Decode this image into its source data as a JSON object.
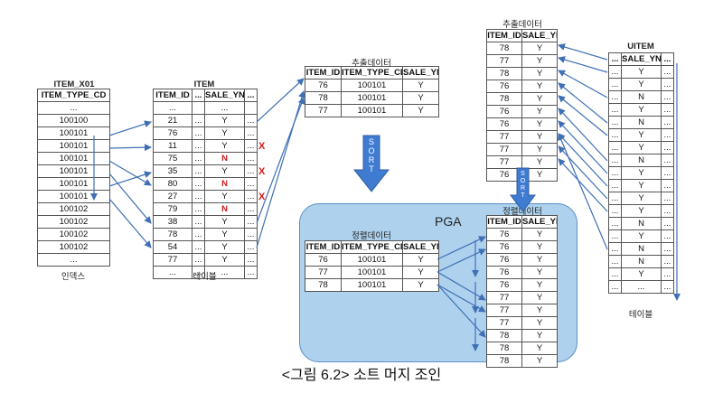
{
  "caption": "<그림 6.2> 소트 머지 조인",
  "index_table": {
    "title": "ITEM_X01",
    "header": [
      "ITEM_TYPE_CD"
    ],
    "rows": [
      [
        "..."
      ],
      [
        "100100"
      ],
      [
        "100101"
      ],
      [
        "100101"
      ],
      [
        "100101"
      ],
      [
        "100101"
      ],
      [
        "100101"
      ],
      [
        "100101"
      ],
      [
        "100102"
      ],
      [
        "100102"
      ],
      [
        "100102"
      ],
      [
        "100102"
      ],
      [
        "..."
      ]
    ],
    "label": "인덱스"
  },
  "item_table": {
    "title": "ITEM",
    "header": [
      "ITEM_ID",
      "...",
      "SALE_YN",
      "..."
    ],
    "rows": [
      [
        "...",
        "",
        "...",
        ""
      ],
      [
        "21",
        "...",
        "Y",
        "..."
      ],
      [
        "76",
        "...",
        "Y",
        "..."
      ],
      [
        "11",
        "...",
        "Y",
        "..."
      ],
      [
        "75",
        "...",
        "N",
        "..."
      ],
      [
        "35",
        "...",
        "Y",
        "..."
      ],
      [
        "80",
        "...",
        "N",
        "..."
      ],
      [
        "27",
        "...",
        "Y",
        "..."
      ],
      [
        "79",
        "...",
        "N",
        "..."
      ],
      [
        "38",
        "...",
        "Y",
        "..."
      ],
      [
        "78",
        "...",
        "Y",
        "..."
      ],
      [
        "54",
        "...",
        "Y",
        "..."
      ],
      [
        "77",
        "...",
        "Y",
        "..."
      ],
      [
        "...",
        "...",
        "...",
        "..."
      ]
    ],
    "label": "테이블",
    "rejected_mark": "X"
  },
  "extract_left": {
    "label": "추출데이터",
    "header": [
      "ITEM_ID",
      "ITEM_TYPE_CD",
      "SALE_YN"
    ],
    "rows": [
      [
        "76",
        "100101",
        "Y"
      ],
      [
        "78",
        "100101",
        "Y"
      ],
      [
        "77",
        "100101",
        "Y"
      ]
    ]
  },
  "sort_arrow_left": "SORT",
  "pga": {
    "title": "PGA",
    "sorted_left": {
      "label": "정렬데이터",
      "header": [
        "ITEM_ID",
        "ITEM_TYPE_CD",
        "SALE_YN"
      ],
      "rows": [
        [
          "76",
          "100101",
          "Y"
        ],
        [
          "77",
          "100101",
          "Y"
        ],
        [
          "78",
          "100101",
          "Y"
        ]
      ]
    },
    "sorted_right": {
      "label": "정렬데이터",
      "header": [
        "ITEM_ID",
        "SALE_YN"
      ],
      "rows": [
        [
          "76",
          "Y"
        ],
        [
          "76",
          "Y"
        ],
        [
          "76",
          "Y"
        ],
        [
          "76",
          "Y"
        ],
        [
          "76",
          "Y"
        ],
        [
          "77",
          "Y"
        ],
        [
          "77",
          "Y"
        ],
        [
          "77",
          "Y"
        ],
        [
          "78",
          "Y"
        ],
        [
          "78",
          "Y"
        ],
        [
          "78",
          "Y"
        ]
      ]
    }
  },
  "extract_right": {
    "label": "추출데이터",
    "header": [
      "ITEM_ID",
      "SALE_YN"
    ],
    "rows": [
      [
        "78",
        "Y"
      ],
      [
        "77",
        "Y"
      ],
      [
        "78",
        "Y"
      ],
      [
        "76",
        "Y"
      ],
      [
        "78",
        "Y"
      ],
      [
        "76",
        "Y"
      ],
      [
        "76",
        "Y"
      ],
      [
        "77",
        "Y"
      ],
      [
        "77",
        "Y"
      ],
      [
        "77",
        "Y"
      ],
      [
        "76",
        "Y"
      ]
    ]
  },
  "sort_arrow_right": "SORT",
  "uitem_table": {
    "title": "UITEM",
    "header": [
      "...",
      "SALE_YN",
      "..."
    ],
    "rows": [
      [
        "...",
        "Y",
        "..."
      ],
      [
        "...",
        "Y",
        "..."
      ],
      [
        "...",
        "N",
        "..."
      ],
      [
        "...",
        "Y",
        "..."
      ],
      [
        "...",
        "N",
        "..."
      ],
      [
        "...",
        "Y",
        "..."
      ],
      [
        "...",
        "Y",
        "..."
      ],
      [
        "...",
        "N",
        "..."
      ],
      [
        "...",
        "Y",
        "..."
      ],
      [
        "...",
        "Y",
        "..."
      ],
      [
        "...",
        "Y",
        "..."
      ],
      [
        "...",
        "Y",
        "..."
      ],
      [
        "...",
        "N",
        "..."
      ],
      [
        "...",
        "Y",
        "..."
      ],
      [
        "...",
        "N",
        "..."
      ],
      [
        "...",
        "N",
        "..."
      ],
      [
        "...",
        "Y",
        "..."
      ],
      [
        "...",
        "...",
        "..."
      ]
    ],
    "label": "테이블"
  },
  "colors": {
    "arrow": "#3f6fb5",
    "sort_fill": "#3f7bd0",
    "pga_fill": "#aed2ee",
    "reject": "#d11a1a"
  }
}
